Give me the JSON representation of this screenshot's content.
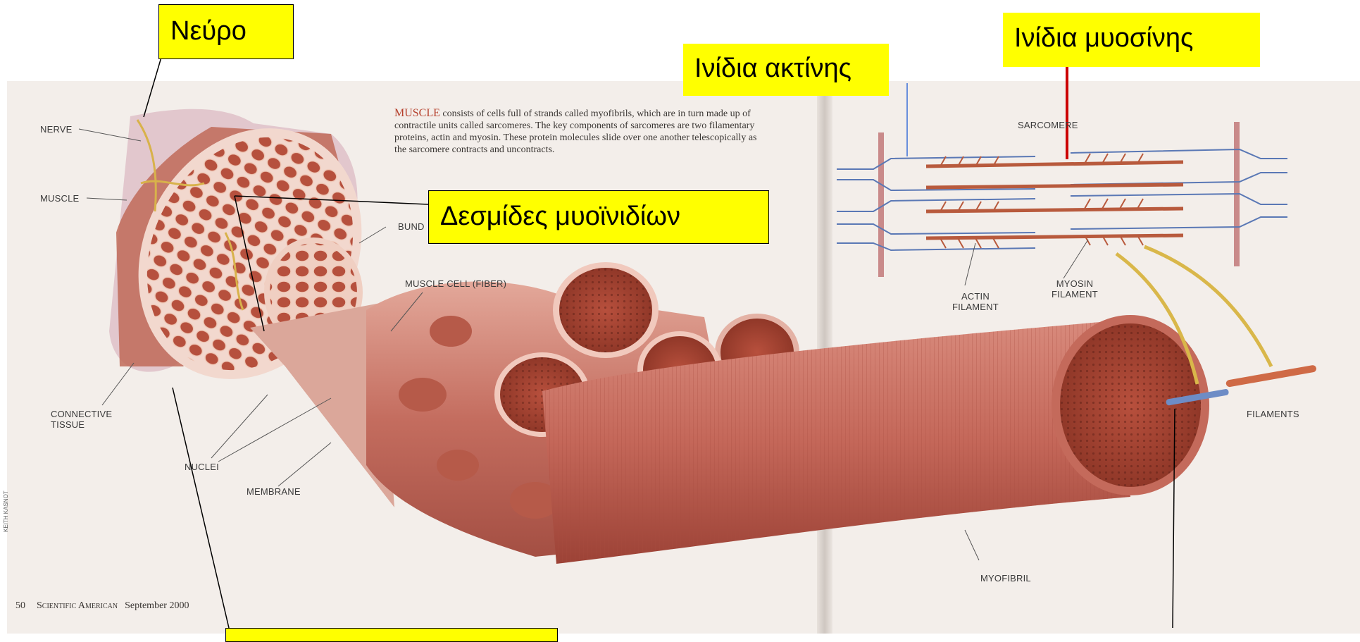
{
  "callouts": {
    "nerve": "Νεύρο",
    "actin": "Ινίδια ακτίνης",
    "myosin": "Ινίδια μυοσίνης",
    "bundles": "Δεσμίδες μυοϊνιδίων",
    "bottom_left": ""
  },
  "print_labels": {
    "nerve": "NERVE",
    "muscle": "MUSCLE",
    "bundle": "BUND",
    "muscle_cell": "MUSCLE CELL (FIBER)",
    "connective_tissue": "CONNECTIVE\nTISSUE",
    "nuclei": "NUCLEI",
    "membrane": "MEMBRANE",
    "sarcomere": "SARCOMERE",
    "actin_filament": "ACTIN\nFILAMENT",
    "myosin_filament": "MYOSIN\nFILAMENT",
    "filaments": "FILAMENTS",
    "myofibril": "MYOFIBRIL"
  },
  "caption": {
    "heading": "MUSCLE",
    "body": " consists of cells full of strands called myofibrils, which are in turn made up of contractile units called sarcomeres. The key components of sarcomeres are two filamentary proteins, actin and myosin. These protein molecules slide over one another telescopically as the sarcomere contracts and uncontracts."
  },
  "footer": {
    "page_number": "50",
    "publication": "Scientific American",
    "date": "September 2000"
  },
  "credit": "KEITH KASNOT",
  "colors": {
    "callout_bg": "#ffff00",
    "muscle": "#c96a5c",
    "muscle_dark": "#a8473a",
    "actin_line": "#5a78b5",
    "myosin_line": "#b85a3d",
    "myosin_pointer": "#cc0000"
  }
}
